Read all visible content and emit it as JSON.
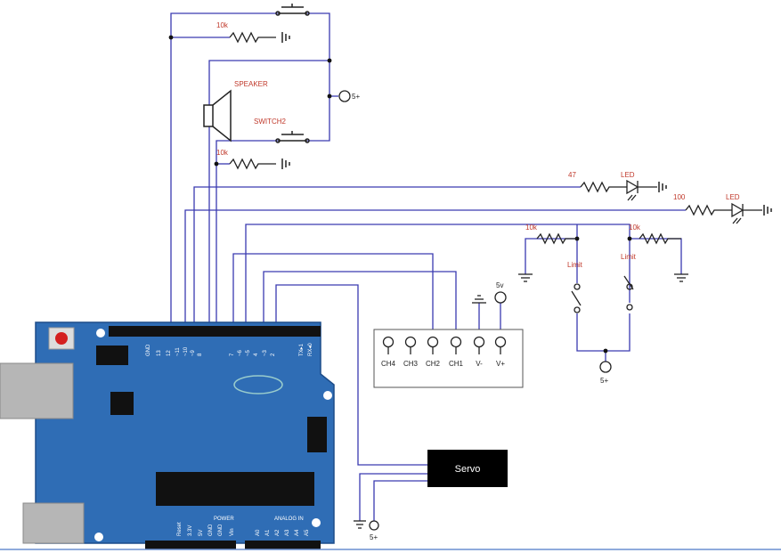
{
  "labels": {
    "r_sw1": "10k",
    "r_sw2": "10k",
    "speaker": "SPEAKER",
    "switch2": "SWITCH2",
    "vcc_top": "5+",
    "r_led1": "47",
    "led1": "LED",
    "r_led2": "100",
    "led2": "LED",
    "r_lim1": "10k",
    "r_lim2": "10k",
    "limit1": "Limit",
    "limit2": "Limit",
    "vcc_limit": "5+",
    "vcc_rx": "5v",
    "servo": "Servo",
    "vcc_servo": "5+"
  },
  "receiver": {
    "pins": [
      "CH4",
      "CH3",
      "CH2",
      "CH1",
      "V-",
      "V+"
    ]
  },
  "arduino": {
    "digital_labels": [
      "GND",
      "13",
      "12",
      "~11",
      "~10",
      "~9",
      "8",
      "7",
      "~6",
      "~5",
      "4",
      "~3",
      "2",
      "TX▸1",
      "RX◂0"
    ],
    "power_title": "POWER",
    "power_pins": [
      "Reset",
      "3.3V",
      "5V",
      "GND",
      "GND",
      "Vin"
    ],
    "analog_title": "ANALOG IN",
    "analog_pins": [
      "A0",
      "A1",
      "A2",
      "A3",
      "A4",
      "A5"
    ]
  },
  "colors": {
    "wire": "#3a3ab0",
    "board": "#2f6db5",
    "label": "#c0392b",
    "reset": "#d42020"
  }
}
